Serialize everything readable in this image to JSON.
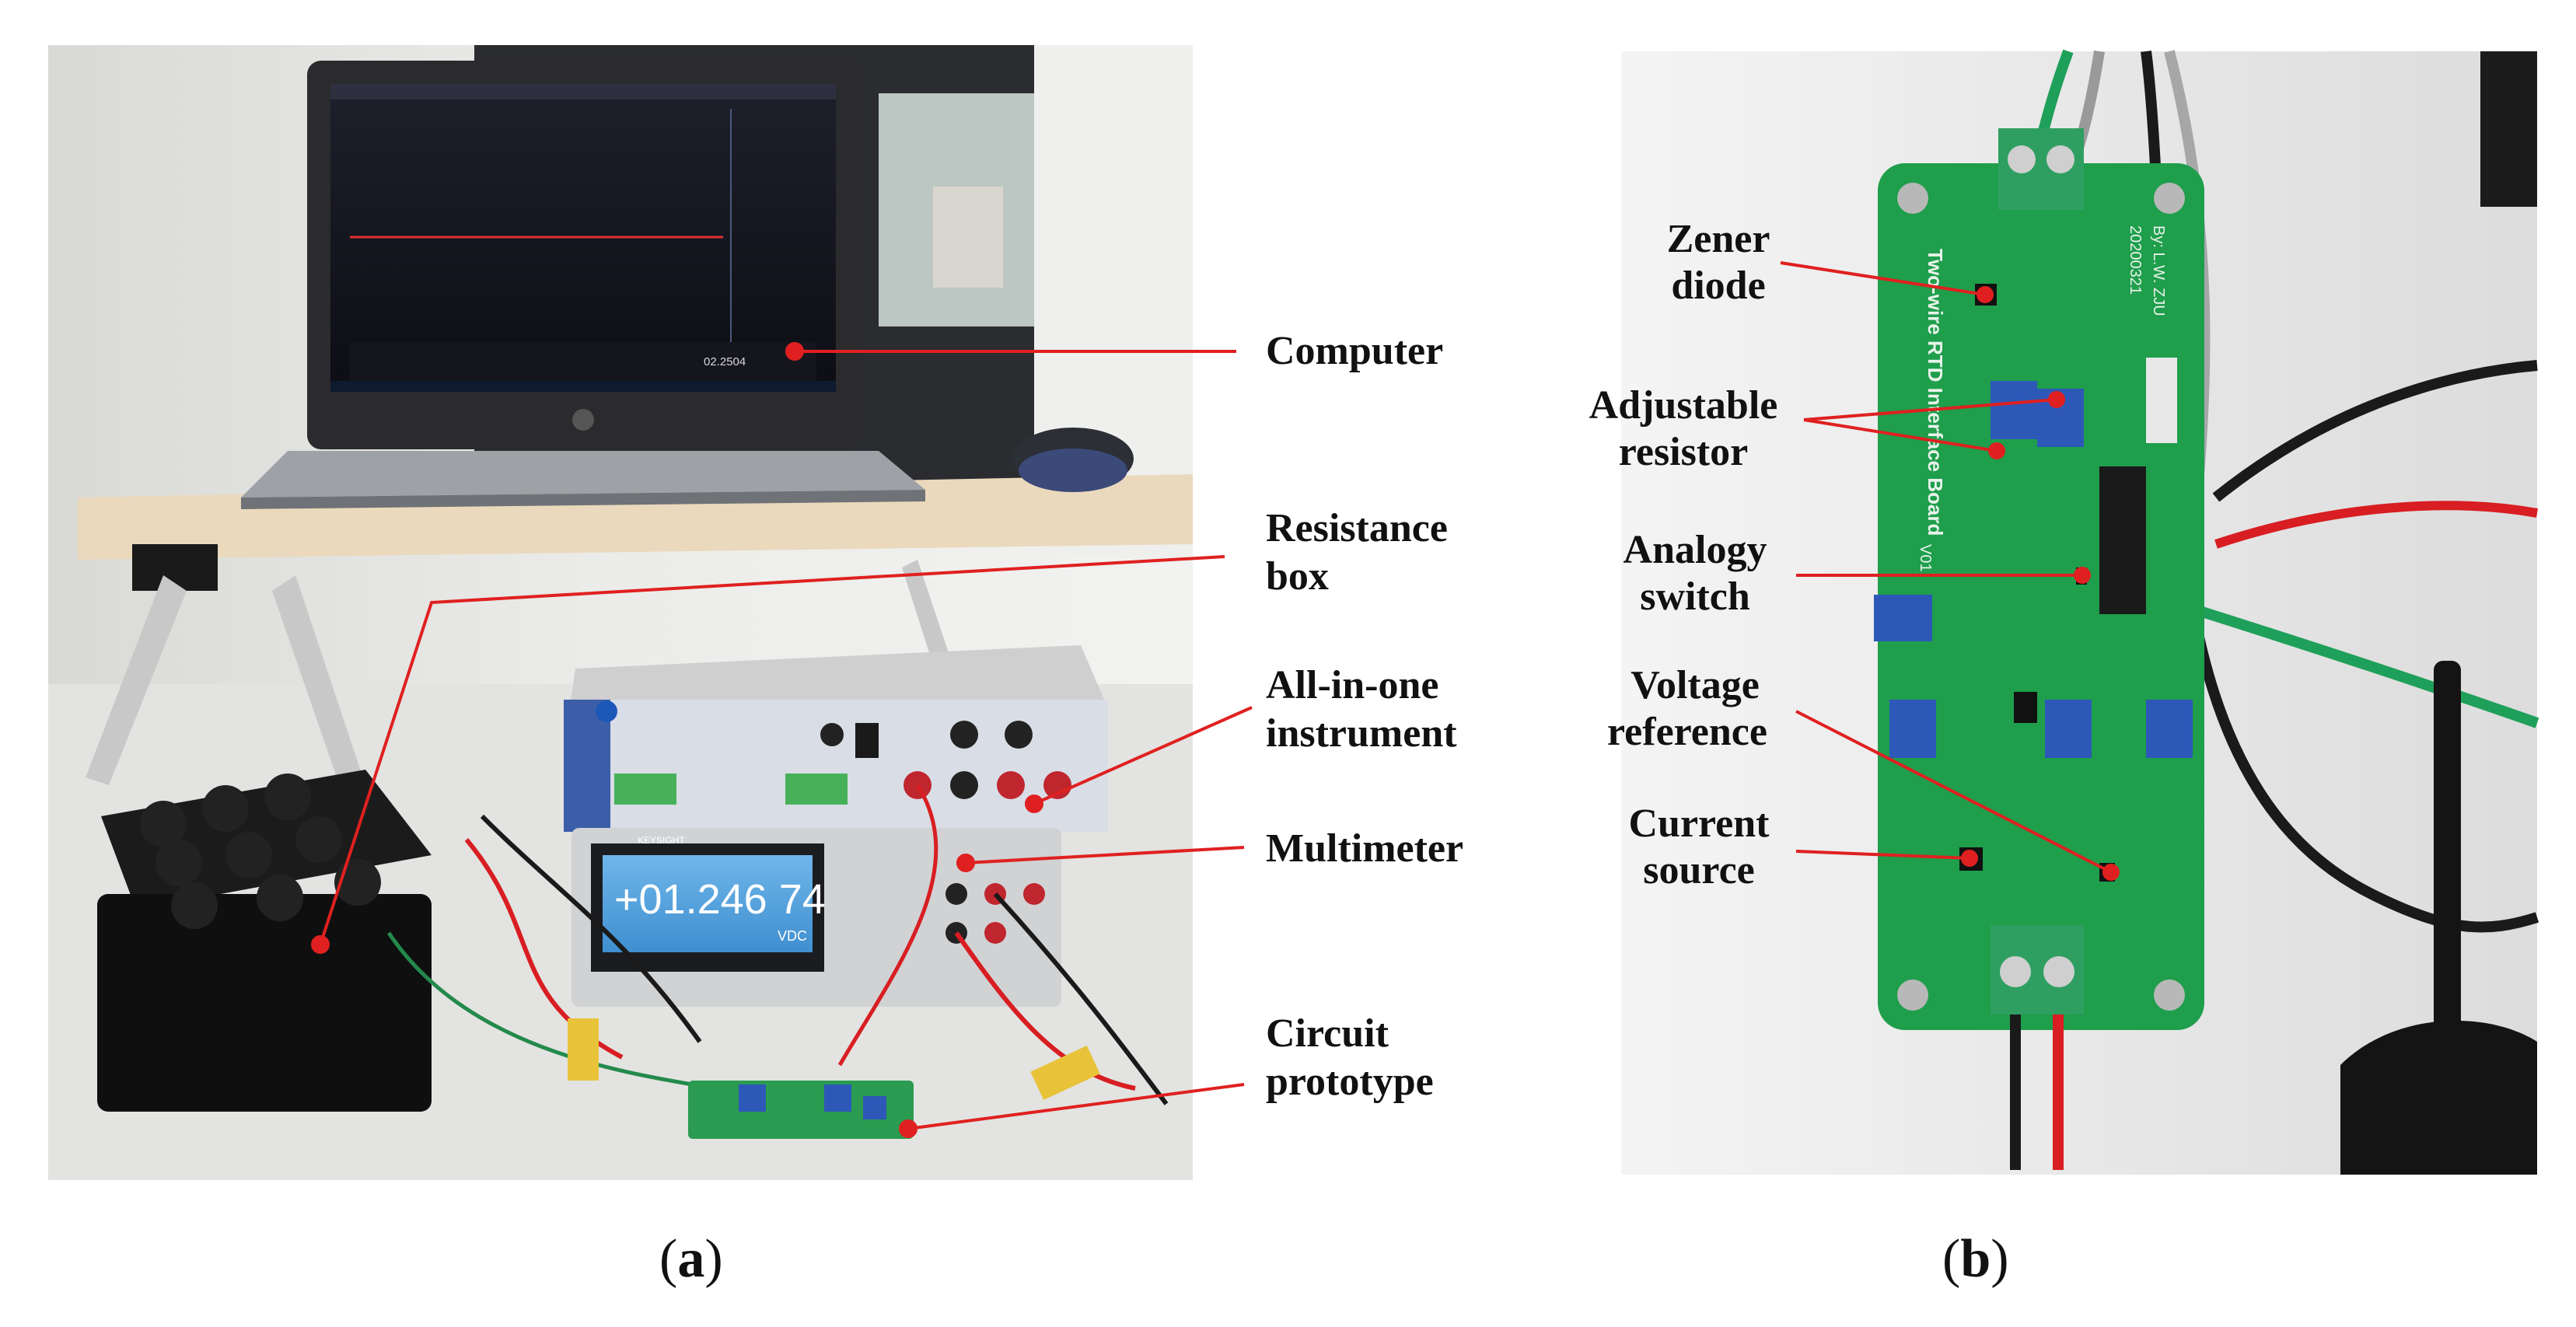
{
  "panel_a": {
    "caption_open": "(",
    "caption_letter": "a",
    "caption_close": ")",
    "labels": {
      "computer": "Computer",
      "resistance_box_line1": "Resistance",
      "resistance_box_line2": "box",
      "all_in_one_line1": "All-in-one",
      "all_in_one_line2": "instrument",
      "multimeter": "Multimeter",
      "circuit_line1": "Circuit",
      "circuit_line2": "prototype"
    },
    "screen_readout": "02.2504",
    "multimeter_display": "+01.246 74",
    "multimeter_unit": "VDC",
    "multimeter_brand": "KEYSIGHT"
  },
  "panel_b": {
    "caption_open": "(",
    "caption_letter": "b",
    "caption_close": ")",
    "labels": {
      "zener_line1": "Zener",
      "zener_line2": "diode",
      "adjustable_line1": "Adjustable",
      "adjustable_line2": "resistor",
      "analogy_line1": "Analogy",
      "analogy_line2": "switch",
      "voltage_line1": "Voltage",
      "voltage_line2": "reference",
      "current_line1": "Current",
      "current_line2": "source"
    },
    "board_title": "Two-wire RTD Interface Board",
    "board_version": "V01",
    "board_author": "By: L.W. ZJU",
    "board_date": "20200321"
  },
  "colors": {
    "leader_line": "#e02020",
    "pcb_green": "#1f9e4c",
    "laptop_body": "#2b2b2e",
    "desk": "#e9dcc4"
  }
}
